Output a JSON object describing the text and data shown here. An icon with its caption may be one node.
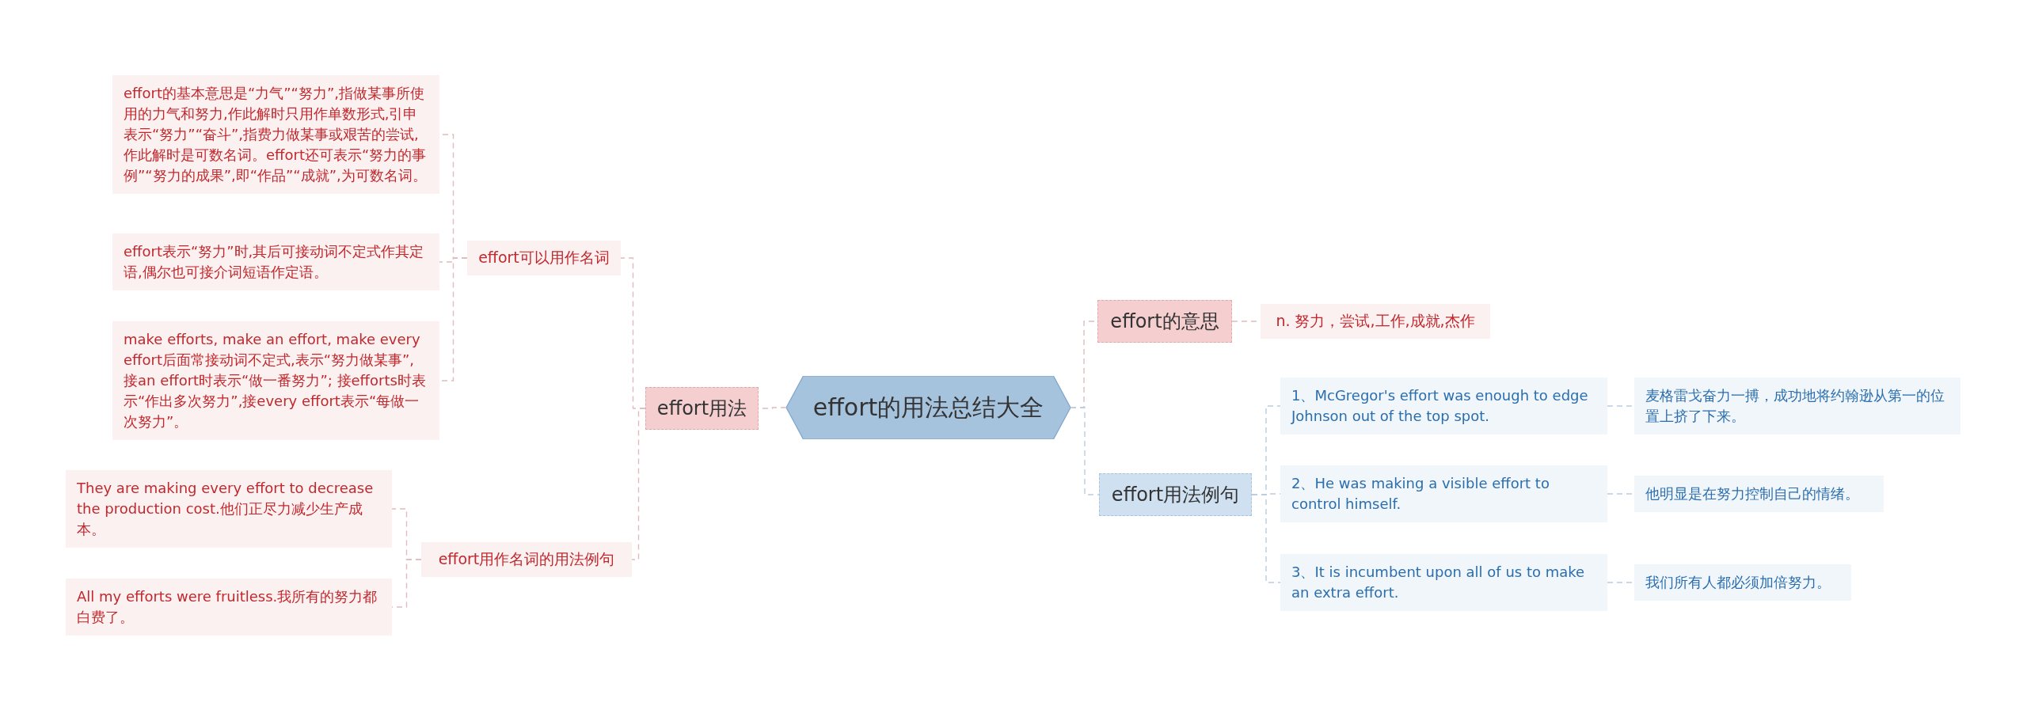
{
  "diagram": {
    "nodes": [
      {
        "text": [
          "effort的用法总结大全"
        ]
      },
      {
        "text": [
          "effort用法"
        ]
      },
      {
        "text": [
          "effort可以用作名词"
        ]
      },
      {
        "text": [
          "effort的基本意思是“力气”“努力”,指做某事所使用的力气和努力,作此解时只用作单数形式,引申表示“努力”“奋斗”,指费力做某事或艰苦的尝试,作此解时是可数名词。effort还可表示“努力的事例”“努力的成果”,即“作品”“成就”,为可数名词。"
        ]
      },
      {
        "text": [
          "effort表示“努力”时,其后可接动词不定式作其定语,偶尔也可接介词短语作定语。"
        ]
      },
      {
        "text": [
          "make efforts, make an effort, make every effort后面常接动词不定式,表示“努力做某事”,接an effort时表示“做一番努力”; 接efforts时表示“作出多次努力”,接every effort表示“每做一次努力”。"
        ]
      },
      {
        "text": [
          "effort用作名词的用法例句"
        ]
      },
      {
        "text": [
          "They are making every effort to decrease the production cost.他们正尽力减少生产成本。"
        ]
      },
      {
        "text": [
          "All my efforts were fruitless.我所有的努力都白费了。"
        ]
      },
      {
        "text": [
          "effort的意思"
        ]
      },
      {
        "text": [
          "n. 努力，尝试,工作,成就,杰作"
        ]
      },
      {
        "text": [
          "effort用法例句"
        ]
      },
      {
        "text": [
          "1、McGregor's effort was enough to edge Johnson out of the top spot."
        ]
      },
      {
        "text": [
          "麦格雷戈奋力一搏，成功地将约翰逊从第一的位置上挤了下来。"
        ]
      },
      {
        "text": [
          "2、He was making a visible effort to control himself."
        ]
      },
      {
        "text": [
          "他明显是在努力控制自己的情绪。"
        ]
      },
      {
        "text": [
          "3、It is incumbent upon all of us to make an extra effort."
        ]
      },
      {
        "text": [
          "我们所有人都必须加倍努力。"
        ]
      }
    ],
    "edges": [
      {
        "from": 0,
        "to": 1,
        "arrow": "none",
        "style": "dashed"
      },
      {
        "from": 1,
        "to": 2,
        "arrow": "none",
        "style": "dashed"
      },
      {
        "from": 2,
        "to": 3,
        "arrow": "none",
        "style": "dashed"
      },
      {
        "from": 2,
        "to": 4,
        "arrow": "none",
        "style": "dashed"
      },
      {
        "from": 2,
        "to": 5,
        "arrow": "none",
        "style": "dashed"
      },
      {
        "from": 1,
        "to": 6,
        "arrow": "none",
        "style": "dashed"
      },
      {
        "from": 6,
        "to": 7,
        "arrow": "none",
        "style": "dashed"
      },
      {
        "from": 6,
        "to": 8,
        "arrow": "none",
        "style": "dashed"
      },
      {
        "from": 0,
        "to": 9,
        "arrow": "none",
        "style": "dashed"
      },
      {
        "from": 9,
        "to": 10,
        "arrow": "none",
        "style": "dashed"
      },
      {
        "from": 0,
        "to": 11,
        "arrow": "none",
        "style": "dashed",
        "color": "#b9cde0"
      },
      {
        "from": 11,
        "to": 12,
        "arrow": "none",
        "style": "dashed",
        "color": "#b9cde0"
      },
      {
        "from": 12,
        "to": 13,
        "arrow": "none",
        "style": "dashed",
        "color": "#b9cde0"
      },
      {
        "from": 11,
        "to": 14,
        "arrow": "none",
        "style": "dashed",
        "color": "#b9cde0"
      },
      {
        "from": 14,
        "to": 15,
        "arrow": "none",
        "style": "dashed",
        "color": "#b9cde0"
      },
      {
        "from": 11,
        "to": 16,
        "arrow": "none",
        "style": "dashed",
        "color": "#b9cde0"
      },
      {
        "from": 16,
        "to": 17,
        "arrow": "none",
        "style": "dashed",
        "color": "#b9cde0"
      }
    ]
  }
}
